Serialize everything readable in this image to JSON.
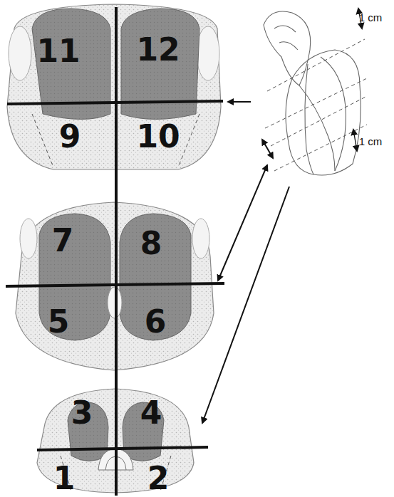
{
  "diagram": {
    "labels": [
      "11",
      "12",
      "9",
      "10",
      "7",
      "8",
      "5",
      "6",
      "3",
      "4",
      "1",
      "2",
      "1 cm",
      "1 cm"
    ]
  }
}
